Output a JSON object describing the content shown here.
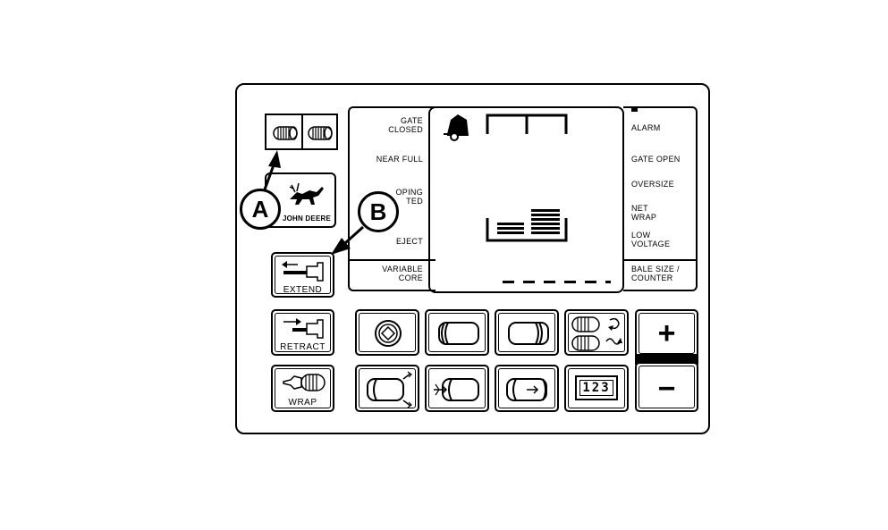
{
  "callouts": {
    "a": "A",
    "b": "B"
  },
  "brand": {
    "name": "JOHN DEERE"
  },
  "status_labels_left": {
    "gate_closed": "GATE\nCLOSED",
    "near_full": "NEAR FULL",
    "dropping_started": "OPING\nTED",
    "eject": "EJECT",
    "variable_core": "VARIABLE\nCORE"
  },
  "status_labels_right": {
    "alarm": "ALARM",
    "gate_open": "GATE OPEN",
    "oversize": "OVERSIZE",
    "net_wrap": "NET\nWRAP",
    "low_voltage": "LOW\nVOLTAGE",
    "bale_size_counter": "BALE SIZE /\nCOUNTER"
  },
  "buttons": {
    "extend": "EXTEND",
    "retract": "RETRACT",
    "wrap": "WRAP",
    "plus": "+",
    "minus": "−"
  },
  "counter_display": "123",
  "icons": {
    "twine_left": "twine-roll-icon",
    "twine_right": "twine-roll-icon",
    "deer_logo": "deer-logo-icon",
    "baler": "baler-icon",
    "extend": "extend-arm-icon",
    "retract": "retract-arm-icon",
    "wrap": "wrap-icon",
    "knob": "diamond-knob-icon"
  }
}
